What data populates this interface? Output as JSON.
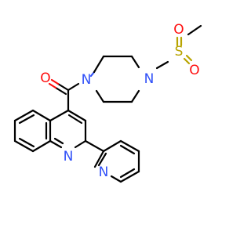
{
  "atoms": {
    "o_carbonyl": {
      "symbol": "O",
      "color": "#ff0d0d"
    },
    "n_piperazine_1": {
      "symbol": "N",
      "color": "#3050f8"
    },
    "n_piperazine_4": {
      "symbol": "N",
      "color": "#3050f8"
    },
    "s_sulfonyl": {
      "symbol": "S",
      "color": "#b8a400"
    },
    "o_sulfonyl_a": {
      "symbol": "O",
      "color": "#ff0d0d"
    },
    "o_sulfonyl_b": {
      "symbol": "O",
      "color": "#ff0d0d"
    },
    "n_quinoline": {
      "symbol": "N",
      "color": "#3050f8"
    },
    "n_pyridine": {
      "symbol": "N",
      "color": "#3050f8"
    }
  }
}
